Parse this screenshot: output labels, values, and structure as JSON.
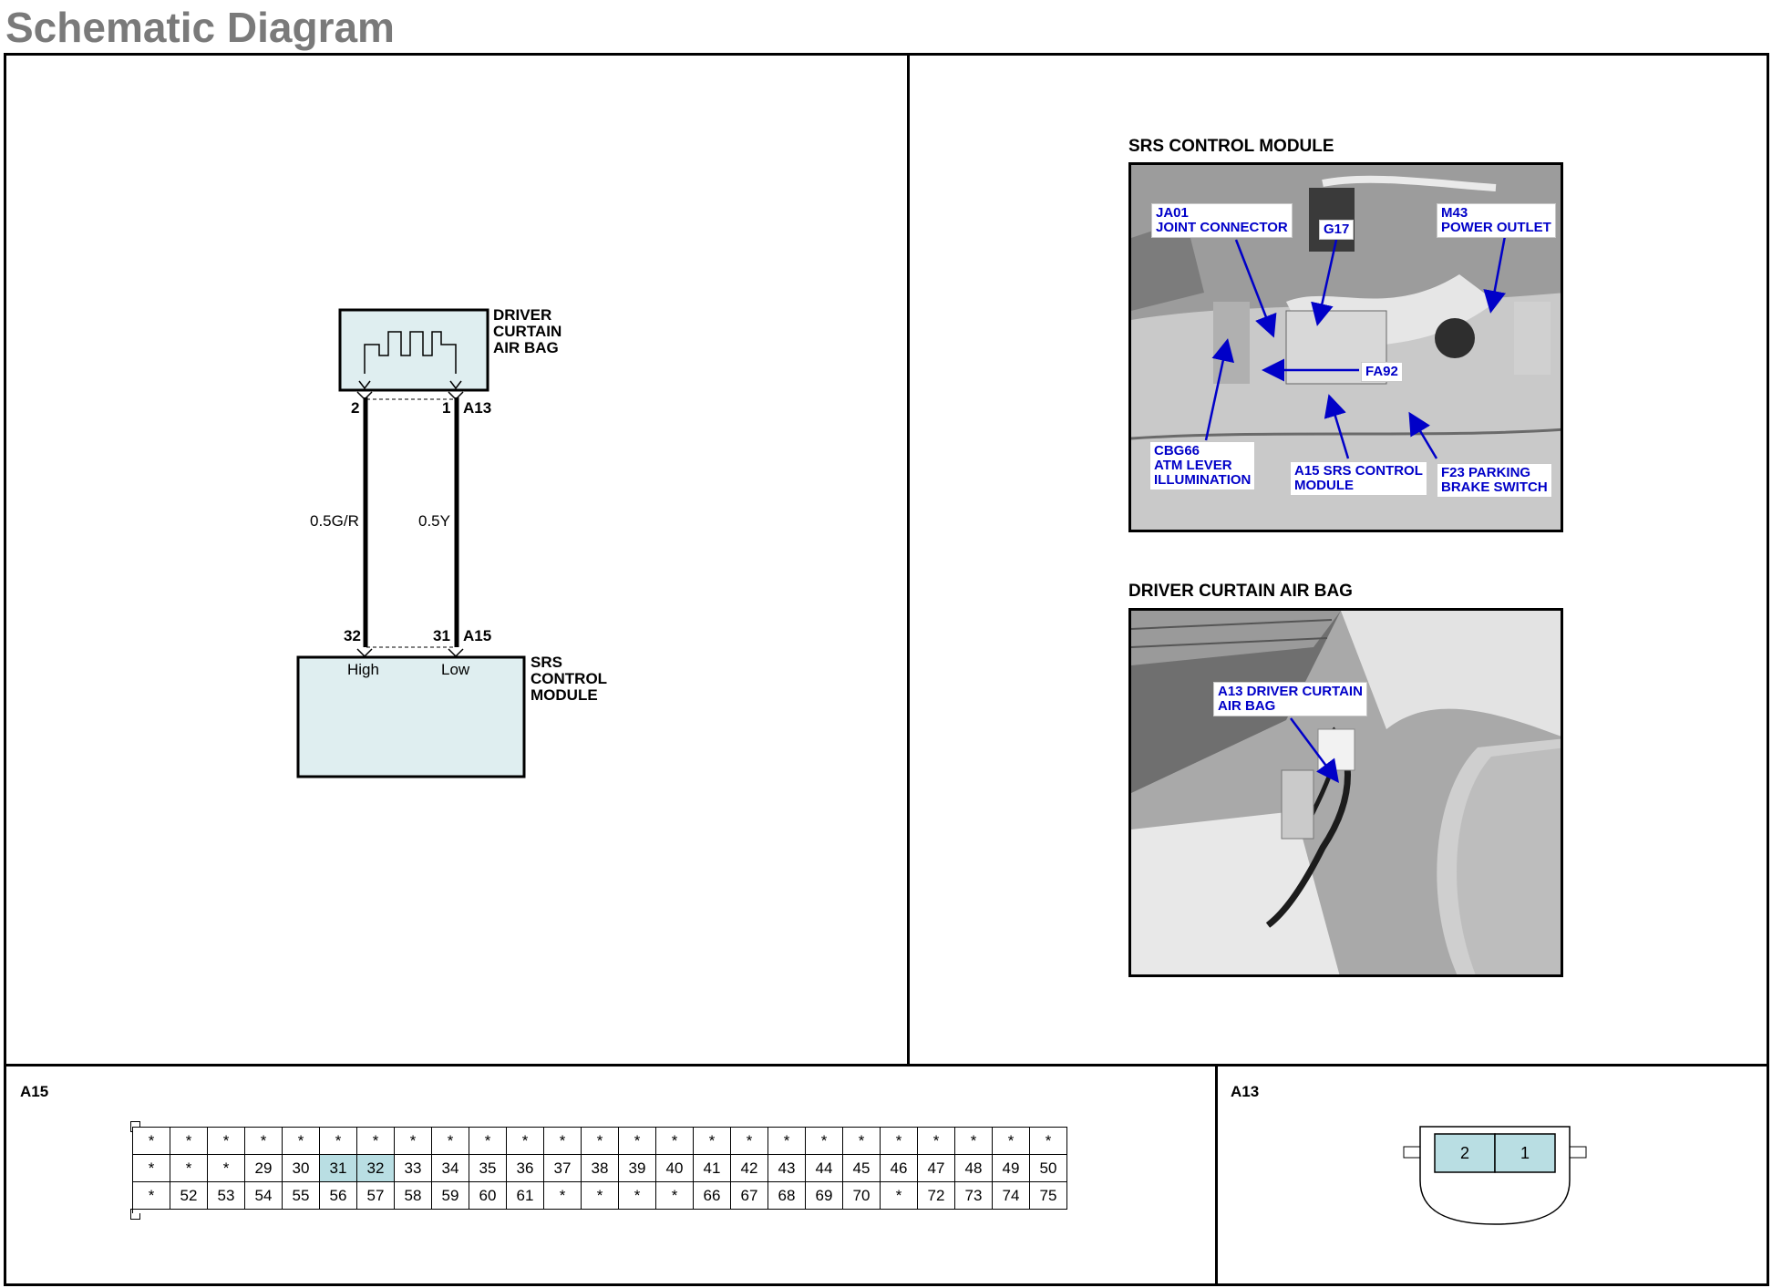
{
  "page": {
    "title": "Schematic Diagram"
  },
  "schematic": {
    "air_bag_label": "DRIVER\nCURTAIN\nAIR BAG",
    "air_bag_connector": "A13",
    "air_bag_pins": [
      "2",
      "1"
    ],
    "wires": [
      "0.5G/R",
      "0.5Y"
    ],
    "module_connector": "A15",
    "module_pins": [
      "32",
      "31"
    ],
    "module_terminals": [
      "High",
      "Low"
    ],
    "module_label": "SRS\nCONTROL\nMODULE"
  },
  "photos": {
    "srs": {
      "title": "SRS CONTROL MODULE",
      "callouts": [
        "JA01\nJOINT CONNECTOR",
        "G17",
        "M43\nPOWER OUTLET",
        "FA92",
        "CBG66\nATM LEVER\nILLUMINATION",
        "A15 SRS CONTROL\nMODULE",
        "F23 PARKING\nBRAKE SWITCH"
      ]
    },
    "curtain": {
      "title": "DRIVER CURTAIN AIR BAG",
      "callouts": [
        "A13 DRIVER CURTAIN\nAIR BAG"
      ]
    }
  },
  "connector_a15": {
    "label": "A15",
    "rows": [
      [
        "*",
        "*",
        "*",
        "*",
        "*",
        "*",
        "*",
        "*",
        "*",
        "*",
        "*",
        "*",
        "*",
        "*",
        "*",
        "*",
        "*",
        "*",
        "*",
        "*",
        "*",
        "*",
        "*",
        "*",
        "*"
      ],
      [
        "*",
        "*",
        "*",
        "29",
        "30",
        "31",
        "32",
        "33",
        "34",
        "35",
        "36",
        "37",
        "38",
        "39",
        "40",
        "41",
        "42",
        "43",
        "44",
        "45",
        "46",
        "47",
        "48",
        "49",
        "50"
      ],
      [
        "*",
        "52",
        "53",
        "54",
        "55",
        "56",
        "57",
        "58",
        "59",
        "60",
        "61",
        "*",
        "*",
        "*",
        "*",
        "66",
        "67",
        "68",
        "69",
        "70",
        "*",
        "72",
        "73",
        "74",
        "75"
      ]
    ],
    "highlighted": [
      "31",
      "32"
    ]
  },
  "connector_a13": {
    "label": "A13",
    "pins": [
      "2",
      "1"
    ]
  },
  "colors": {
    "title_gray": "#7a7a7a",
    "component_fill": "#dfeef0",
    "pin_highlight": "#b9dee3",
    "callout_text": "#0000c8",
    "arrow": "#0000c8"
  }
}
